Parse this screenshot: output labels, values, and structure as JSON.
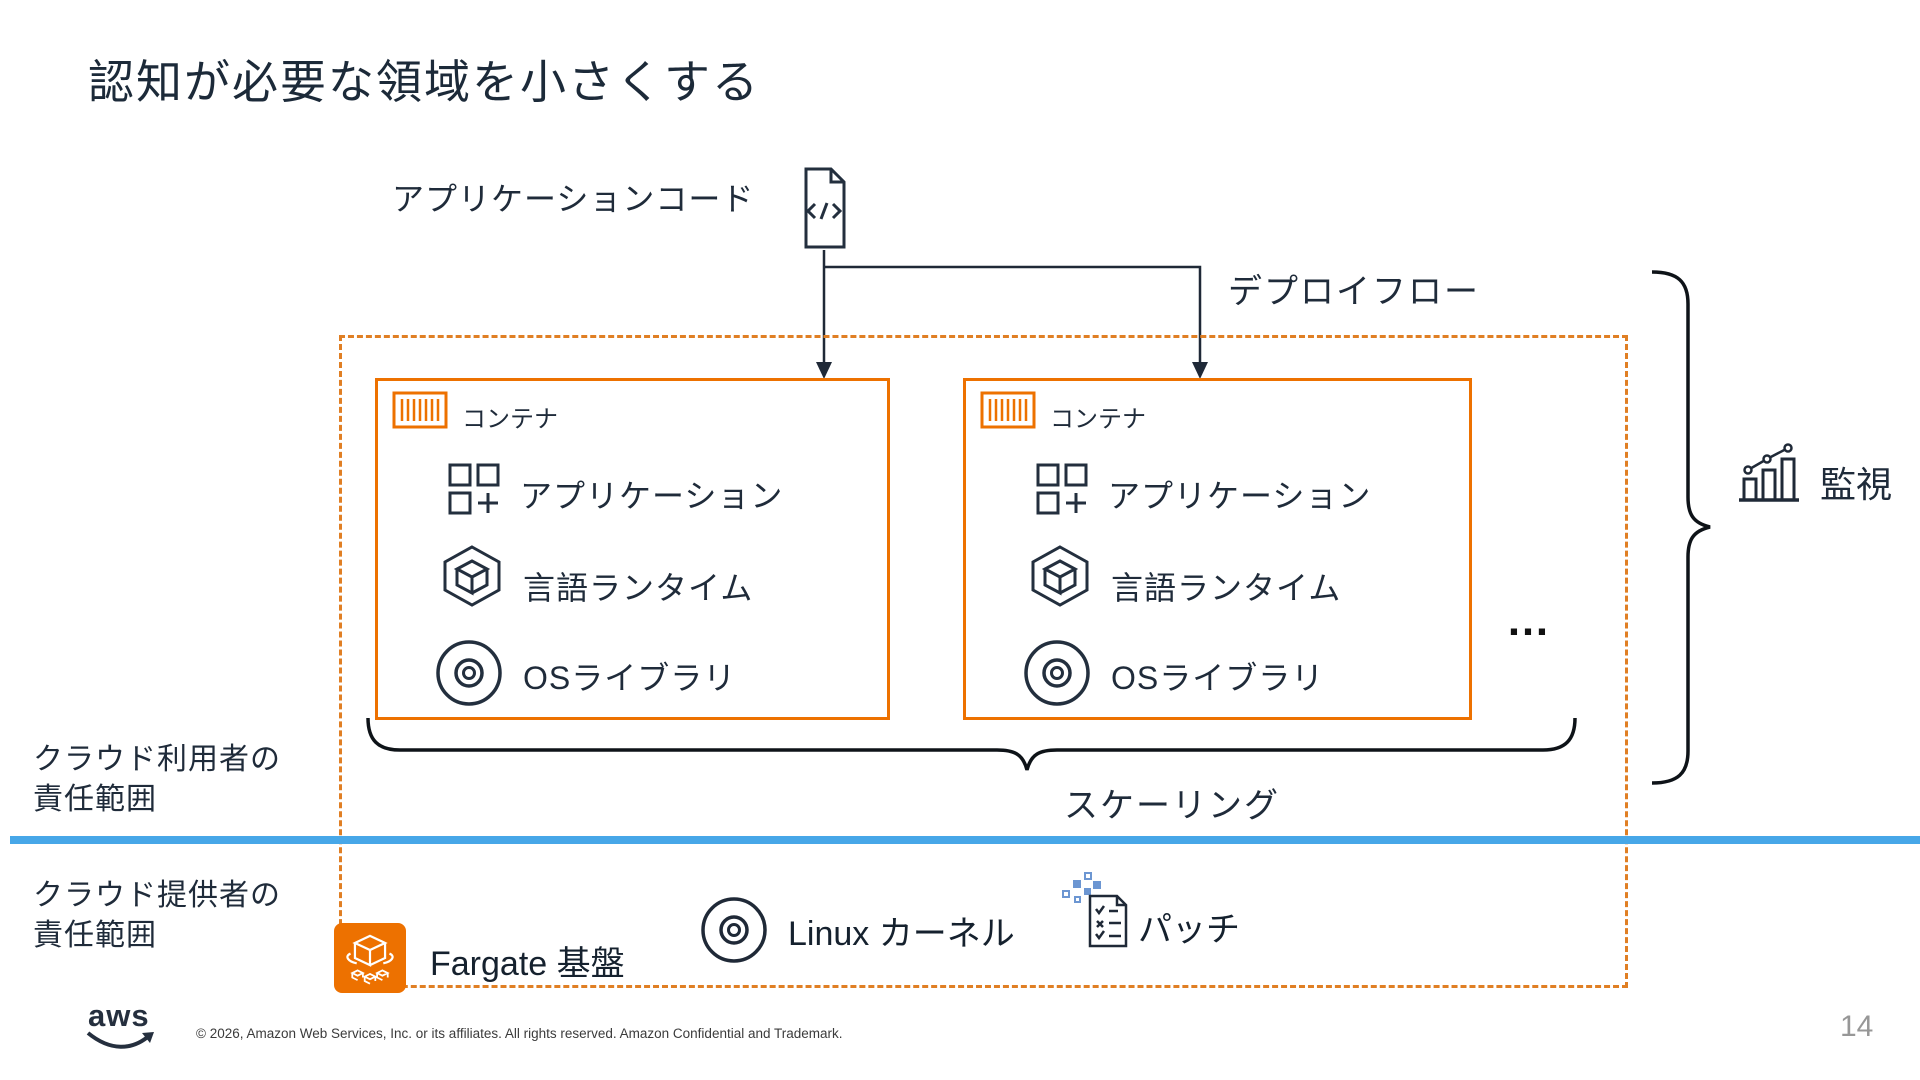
{
  "slide": {
    "title": "認知が必要な領域を小さくする",
    "page_number": "14",
    "aws_logo_text": "aws",
    "copyright": "© 2026, Amazon Web Services, Inc. or its affiliates. All rights reserved. Amazon Confidential and Trademark."
  },
  "colors": {
    "accent_orange": "#ED7100",
    "dashed_border_orange": "#E07F24",
    "divider_blue": "#47A7E8",
    "dark_navy": "#1F2B3A",
    "page_number_gray": "#979797"
  },
  "labels": {
    "app_code": "アプリケーションコード",
    "deploy_flow": "デプロイフロー",
    "monitoring": "監視",
    "scaling": "スケーリング",
    "ellipsis": "…",
    "consumer_line1": "クラウド利用者の",
    "consumer_line2": "責任範囲",
    "provider_line1": "クラウド提供者の",
    "provider_line2": "責任範囲",
    "fargate": "Fargate 基盤",
    "linux_kernel": "Linux カーネル",
    "patch": "パッチ"
  },
  "containers": [
    {
      "header": "コンテナ",
      "rows": [
        {
          "icon": "application-icon",
          "label": "アプリケーション"
        },
        {
          "icon": "language-runtime-icon",
          "label": "言語ランタイム"
        },
        {
          "icon": "os-library-icon",
          "label": "OSライブラリ"
        }
      ]
    },
    {
      "header": "コンテナ",
      "rows": [
        {
          "icon": "application-icon",
          "label": "アプリケーション"
        },
        {
          "icon": "language-runtime-icon",
          "label": "言語ランタイム"
        },
        {
          "icon": "os-library-icon",
          "label": "OSライブラリ"
        }
      ]
    }
  ],
  "icons": {
    "code_file": "code-file-icon",
    "container": "container-stripes-icon",
    "monitoring": "bar-chart-trend-icon",
    "fargate": "fargate-icon",
    "linux": "disc-icon",
    "patch": "patch-document-icon",
    "aws": "aws-logo"
  }
}
